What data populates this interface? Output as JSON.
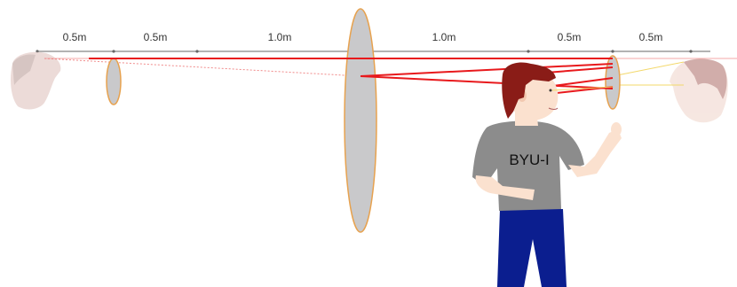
{
  "diagram": {
    "segments": [
      {
        "label": "0.5m"
      },
      {
        "label": "0.5m"
      },
      {
        "label": "1.0m"
      },
      {
        "label": "1.0m"
      },
      {
        "label": "0.5m"
      },
      {
        "label": "0.5m"
      }
    ],
    "shirt_text": "BYU-I",
    "colors": {
      "ray": "#e8191c",
      "faint_ray": "#f08a8a",
      "yellow_ray": "#f3d86a",
      "lens_fill": "#c9c9cb",
      "lens_edge": "#e7a24f",
      "rail": "#9a9a9a",
      "hair": "#8a1c17",
      "skin": "#fbe1cf",
      "shirt": "#8c8c8c",
      "pants": "#0b1e8f",
      "ghost_face": "#e6cfcc"
    },
    "icons": [
      "left-ghost-head-icon",
      "right-ghost-head-icon",
      "person-icon"
    ]
  }
}
